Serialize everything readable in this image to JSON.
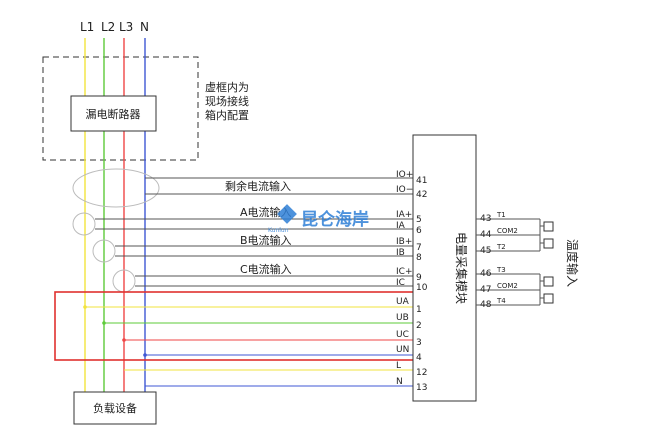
{
  "lines": {
    "l1": {
      "label": "L1",
      "color": "#f2e33d"
    },
    "l2": {
      "label": "L2",
      "color": "#5ecb3a"
    },
    "l3": {
      "label": "L3",
      "color": "#ef4646"
    },
    "n": {
      "label": "N",
      "color": "#3f57d4"
    }
  },
  "breaker": {
    "label": "漏电断路器"
  },
  "dashed_note": {
    "line1": "虚框内为",
    "line2": "现场接线",
    "line3": "箱内配置"
  },
  "load": {
    "label": "负载设备"
  },
  "module": {
    "label": "电量采集模块"
  },
  "inputs": {
    "residual": "剩余电流输入",
    "a": "A电流输入",
    "b": "B电流输入",
    "c": "C电流输入"
  },
  "temperature": {
    "label": "温度输入"
  },
  "terminals_left": [
    {
      "name": "IO+",
      "num": "41"
    },
    {
      "name": "IO−",
      "num": "42"
    },
    {
      "name": "IA+",
      "num": "5"
    },
    {
      "name": "IA",
      "num": "6"
    },
    {
      "name": "IB+",
      "num": "7"
    },
    {
      "name": "IB",
      "num": "8"
    },
    {
      "name": "IC+",
      "num": "9"
    },
    {
      "name": "IC",
      "num": "10"
    },
    {
      "name": "UA",
      "num": "1"
    },
    {
      "name": "UB",
      "num": "2"
    },
    {
      "name": "UC",
      "num": "3"
    },
    {
      "name": "UN",
      "num": "4"
    },
    {
      "name": "L",
      "num": "12"
    },
    {
      "name": "N",
      "num": "13"
    }
  ],
  "terminals_right": [
    {
      "num": "43",
      "name": "T1"
    },
    {
      "num": "44",
      "name": "COM2"
    },
    {
      "num": "45",
      "name": "T2"
    },
    {
      "num": "46",
      "name": "T3"
    },
    {
      "num": "47",
      "name": "COM2"
    },
    {
      "num": "48",
      "name": "T4"
    }
  ],
  "watermark": {
    "text": "昆仑海岸",
    "sub": "Kunlun"
  },
  "highlight_color": "#e0312f"
}
